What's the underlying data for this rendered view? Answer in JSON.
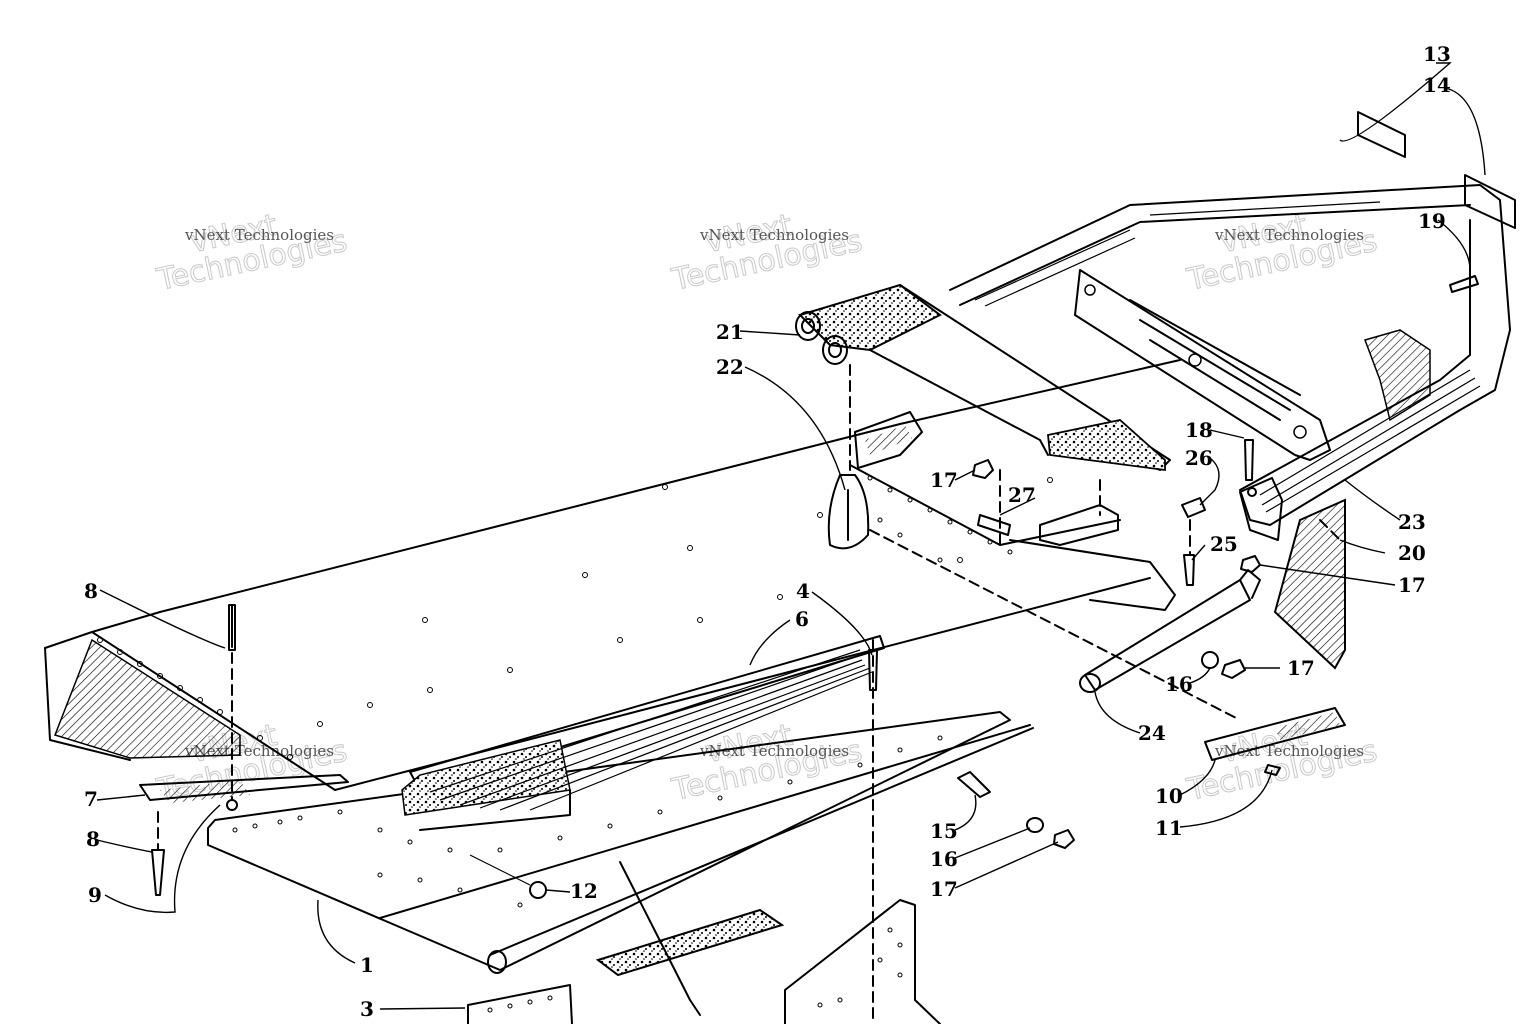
{
  "diagram": {
    "callouts": [
      "1",
      "3",
      "4",
      "6",
      "7",
      "8",
      "8",
      "9",
      "10",
      "11",
      "12",
      "13",
      "14",
      "15",
      "16",
      "16",
      "17",
      "17",
      "17",
      "17",
      "18",
      "19",
      "20",
      "21",
      "22",
      "23",
      "24",
      "25",
      "26",
      "27"
    ],
    "watermarks": [
      {
        "line1": "vNext",
        "line2": "Technologies",
        "caption": "vNext Technologies"
      },
      {
        "line1": "vNext",
        "line2": "Technologies",
        "caption": "vNext Technologies"
      },
      {
        "line1": "vNext",
        "line2": "Technologies",
        "caption": "vNext Technologies"
      },
      {
        "line1": "vNext",
        "line2": "Technologies",
        "caption": "vNext Technologies"
      },
      {
        "line1": "vNext",
        "line2": "Technologies",
        "caption": "vNext Technologies"
      },
      {
        "line1": "vNext",
        "line2": "Technologies",
        "caption": "vNext Technologies"
      }
    ]
  }
}
